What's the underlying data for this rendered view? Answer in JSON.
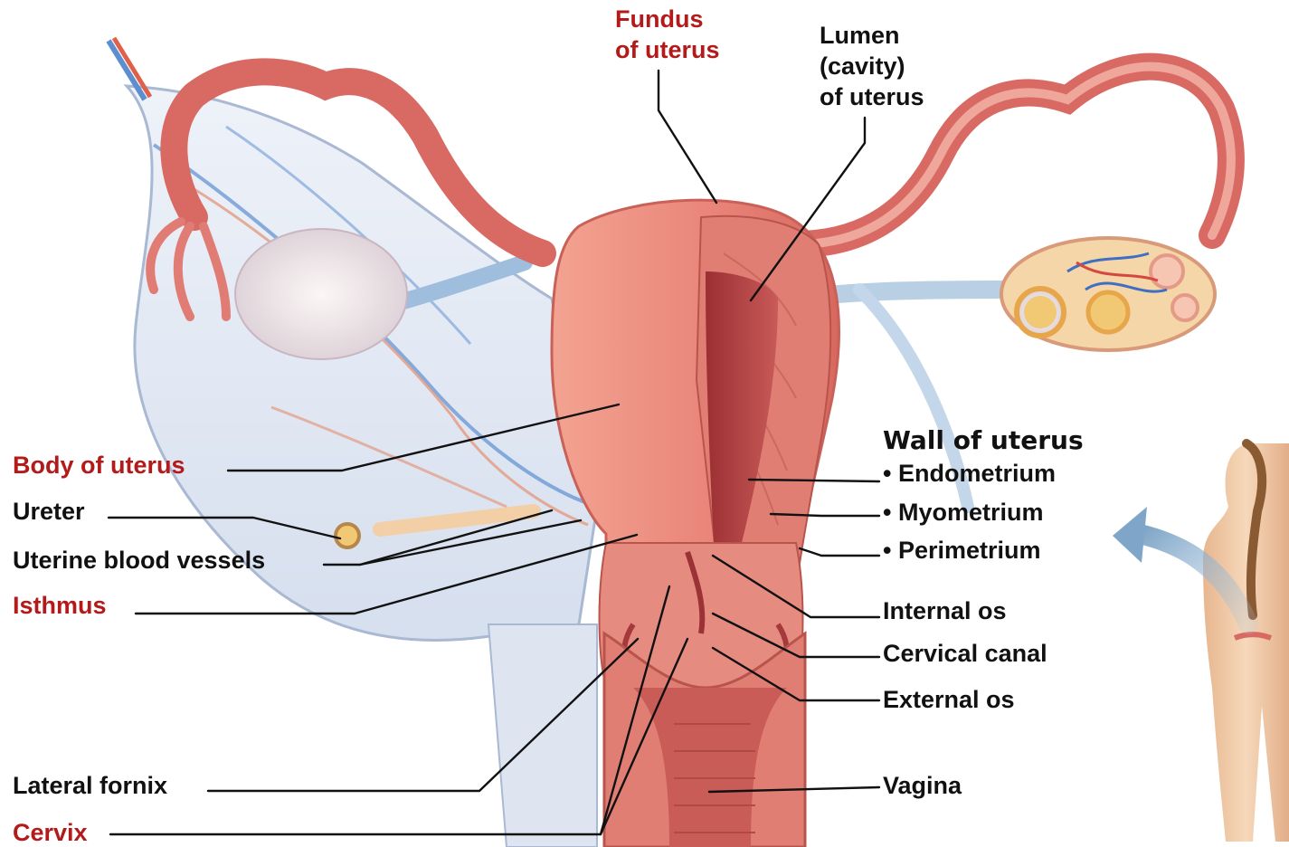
{
  "labels": {
    "fundus": [
      "Fundus",
      "of uterus"
    ],
    "lumen": [
      "Lumen",
      "(cavity)",
      "of uterus"
    ],
    "body": "Body of uterus",
    "ureter": "Ureter",
    "uterine_vessels": "Uterine blood vessels",
    "isthmus": "Isthmus",
    "lateral_fornix": "Lateral fornix",
    "cervix": "Cervix",
    "wall_heading": "Wall of uterus",
    "endometrium": "• Endometrium",
    "myometrium": "• Myometrium",
    "perimetrium": "• Perimetrium",
    "internal_os": "Internal os",
    "cervical_canal": "Cervical canal",
    "external_os": "External os",
    "vagina": "Vagina"
  },
  "colors": {
    "highlight_label": "#b31b1b",
    "label": "#111111",
    "uterus_flesh": "#e8857a",
    "muscle_dark": "#b64a48",
    "ligament_blue": "#c9d6ea",
    "ovary_yellow": "#f1c873"
  }
}
